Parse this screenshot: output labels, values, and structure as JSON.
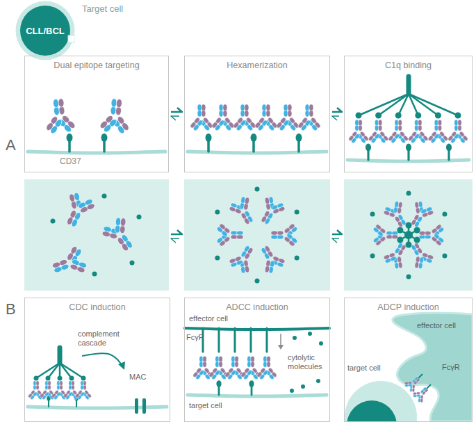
{
  "diagram": {
    "nodes": [
      {
        "text": [
          "CLL/BCL",
          "Target cell"
        ]
      },
      {
        "text": [
          "Dual epitope targeting"
        ]
      },
      {
        "text": [
          "Hexamerization"
        ]
      },
      {
        "text": [
          "C1q binding"
        ]
      },
      {
        "text": [
          "CDC induction"
        ]
      },
      {
        "text": [
          "ADCC induction"
        ]
      },
      {
        "text": [
          "ADCP induction"
        ]
      }
    ],
    "edges": [
      {
        "from": 1,
        "to": 2,
        "arrow": "both"
      },
      {
        "from": 2,
        "to": 3,
        "arrow": "both"
      }
    ],
    "labels": [
      "A",
      "CD37",
      "B",
      "complement cascade",
      "MAC",
      "effector cell",
      "FcγR",
      "cytolytic molecules",
      "target cell",
      "effector cell",
      "target cell",
      "FcγR"
    ]
  }
}
